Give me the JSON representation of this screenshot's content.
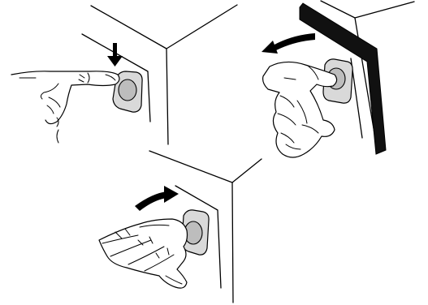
{
  "figure": {
    "panels": [
      {
        "id": "press",
        "action": "push-button-inward",
        "arrow_direction": "down",
        "hand": "index-finger"
      },
      {
        "id": "open-left",
        "action": "pull-door-open-left",
        "arrow_direction": "left",
        "hand": "fingers-on-button"
      },
      {
        "id": "open-right",
        "action": "pull-door-open-right",
        "arrow_direction": "right",
        "hand": "open-fingers"
      }
    ],
    "colors": {
      "line": "#000000",
      "button_fill": "#d9d9d9",
      "button_face": "#bdbdbd",
      "background": "#ffffff"
    }
  }
}
